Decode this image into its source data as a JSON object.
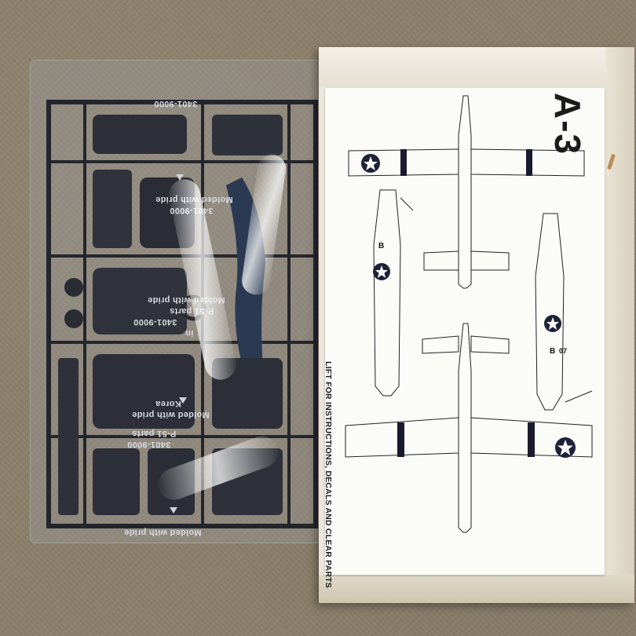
{
  "scene": {
    "description_label": "",
    "sprue": {
      "part_number_labels": [
        "3401-9000",
        "3401-9000",
        "3401-9000",
        "3401-9000"
      ],
      "model_labels": [
        "P-51 parts",
        "P-51 parts",
        "P-51 parts"
      ],
      "origin_labels": [
        "Molded with pride",
        "in",
        "Korea"
      ]
    },
    "instruction_sheet": {
      "title": "A-3",
      "lift_text": "LIFT FOR INSTRUCTIONS, DECALS AND CLEAR PARTS",
      "code_letters": [
        "B",
        "B",
        "07"
      ]
    }
  }
}
